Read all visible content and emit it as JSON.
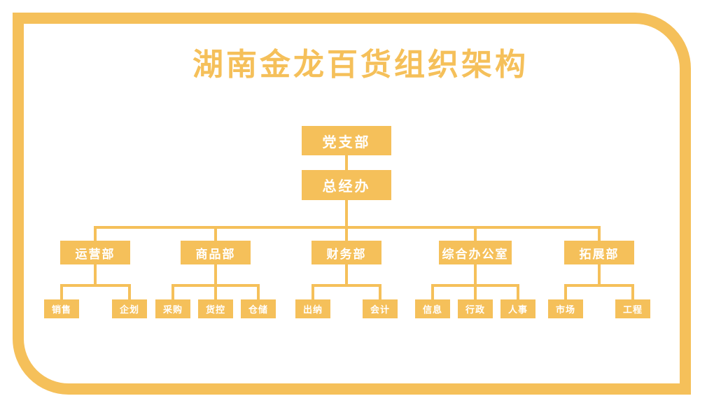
{
  "title": "湖南金龙百货组织架构",
  "colors": {
    "accent": "#f5c05a",
    "node_text": "#ffffff",
    "background": "#ffffff"
  },
  "org": {
    "root": "党支部",
    "office": "总经办",
    "departments": [
      {
        "name": "运营部",
        "children": [
          "销售",
          "企划"
        ]
      },
      {
        "name": "商品部",
        "children": [
          "采购",
          "货控",
          "仓储"
        ]
      },
      {
        "name": "财务部",
        "children": [
          "出纳",
          "会计"
        ]
      },
      {
        "name": "综合办公室",
        "children": [
          "信息",
          "行政",
          "人事"
        ]
      },
      {
        "name": "拓展部",
        "children": [
          "市场",
          "工程"
        ]
      }
    ]
  }
}
